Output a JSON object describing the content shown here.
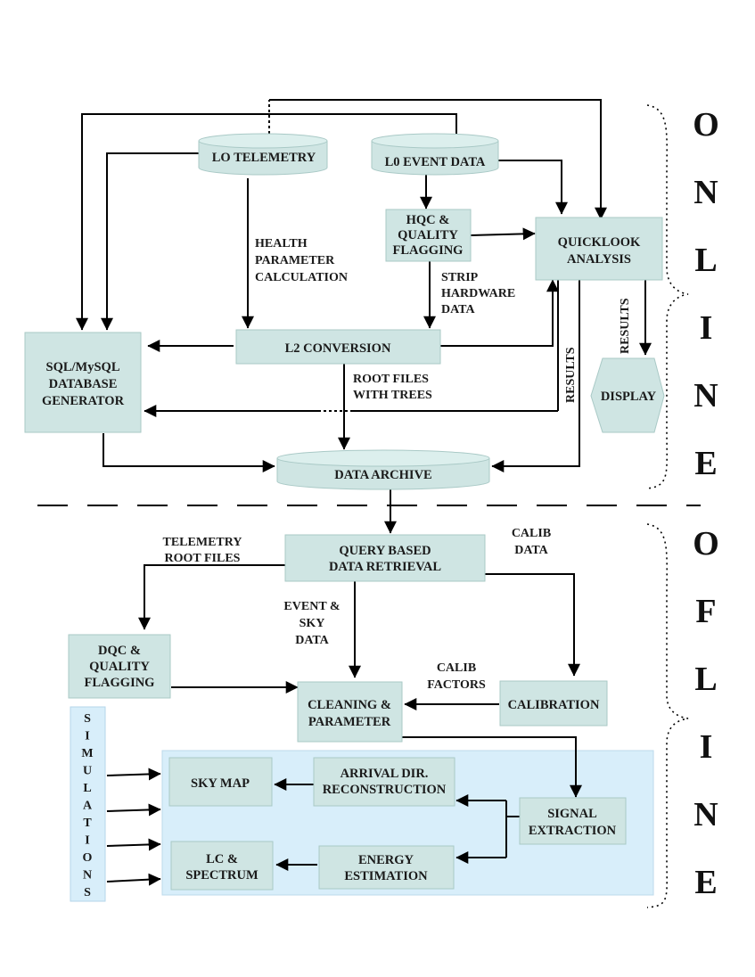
{
  "nodes": {
    "l0_telemetry": [
      "LO TELEMETRY"
    ],
    "l0_event": [
      "L0 EVENT DATA"
    ],
    "hqc": [
      "HQC &",
      "QUALITY",
      "FLAGGING"
    ],
    "quicklook": [
      "QUICKLOOK",
      "ANALYSIS"
    ],
    "l2": [
      "L2 CONVERSION"
    ],
    "sqldb": [
      "SQL/MySQL",
      "DATABASE",
      "GENERATOR"
    ],
    "display": [
      "DISPLAY"
    ],
    "archive": [
      "DATA ARCHIVE"
    ],
    "query": [
      "QUERY BASED",
      "DATA RETRIEVAL"
    ],
    "dqc": [
      "DQC &",
      "QUALITY",
      "FLAGGING"
    ],
    "cleaning": [
      "CLEANING &",
      "PARAMETER"
    ],
    "calibration": [
      "CALIBRATION"
    ],
    "skymap": [
      "SKY MAP"
    ],
    "arrival": [
      "ARRIVAL  DIR.",
      "RECONSTRUCTION"
    ],
    "signal": [
      "SIGNAL",
      "EXTRACTION"
    ],
    "lc": [
      "LC &",
      "SPECTRUM"
    ],
    "energy": [
      "ENERGY",
      "ESTIMATION"
    ],
    "simulations": [
      "S",
      "I",
      "M",
      "U",
      "L",
      "A",
      "T",
      "I",
      "O",
      "N",
      "S"
    ]
  },
  "annotations": {
    "health": [
      "HEALTH",
      "PARAMETER",
      "CALCULATION"
    ],
    "strip": [
      "STRIP",
      "HARDWARE",
      "DATA"
    ],
    "root_files": [
      "ROOT FILES",
      "WITH TREES"
    ],
    "results_1": "RESULTS",
    "results_2": "RESULTS",
    "telemetry_root": [
      "TELEMETRY",
      "ROOT FILES"
    ],
    "calib_data": [
      "CALIB",
      "DATA"
    ],
    "event_sky": [
      "EVENT &",
      "SKY",
      "DATA"
    ],
    "calib_factors": [
      "CALIB",
      "FACTORS"
    ]
  },
  "sections": {
    "online": [
      "O",
      "N",
      "L",
      "I",
      "N",
      "E"
    ],
    "offline": [
      "O",
      "F",
      "L",
      "I",
      "N",
      "E"
    ]
  }
}
